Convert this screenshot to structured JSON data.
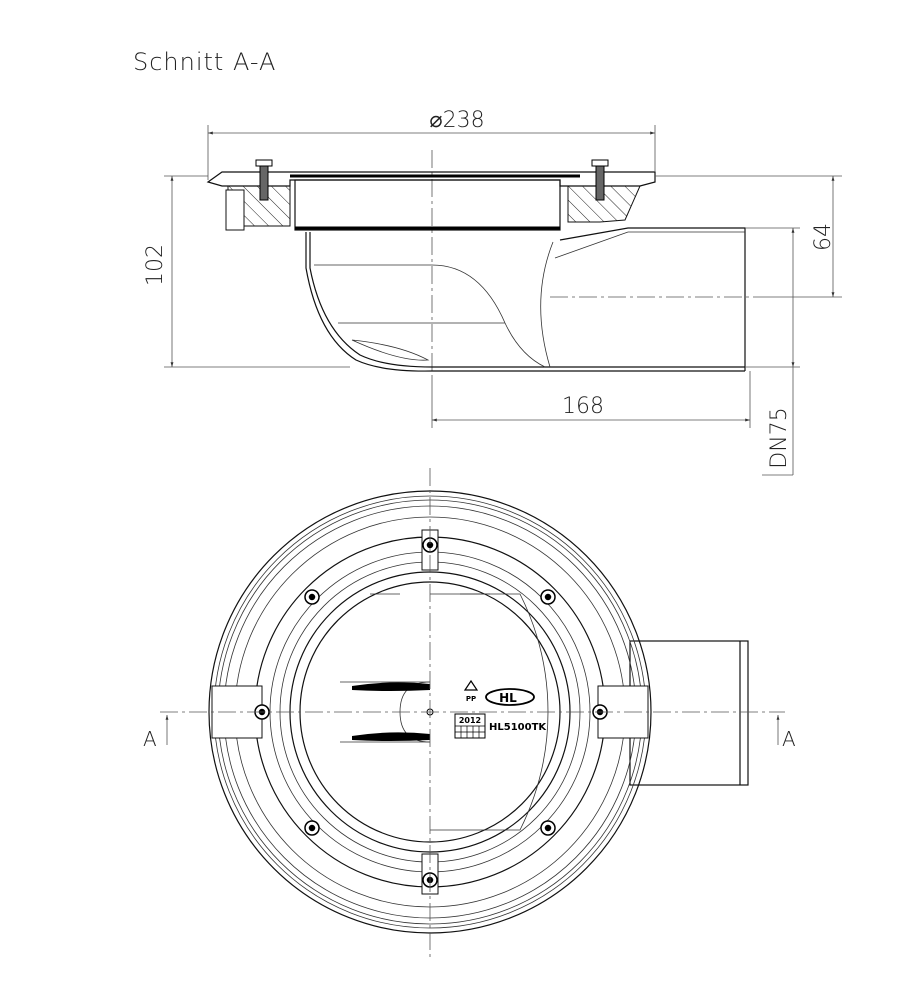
{
  "title": "Schnitt A-A",
  "dimensions": {
    "diameter": "⌀238",
    "height": "102",
    "outlet_height": "64",
    "outlet_length": "168",
    "outlet_size": "DN75"
  },
  "section_markers": {
    "left": "A",
    "right": "A"
  },
  "marking": {
    "logo": "HL",
    "material": "PP",
    "year": "2012",
    "product_code": "HL5100TK"
  }
}
